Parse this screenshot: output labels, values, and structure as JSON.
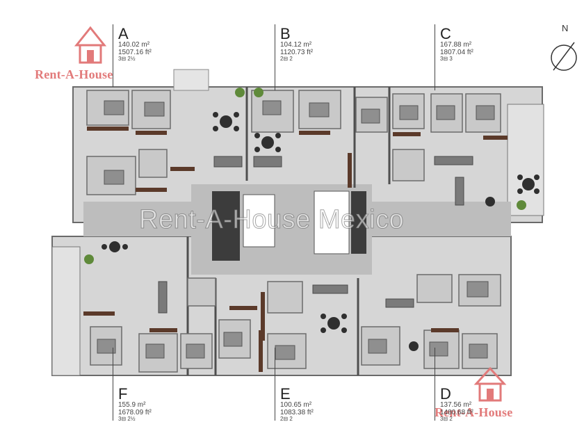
{
  "north": {
    "label": "N",
    "icon": "north-arrow-icon"
  },
  "watermark": "Rent-A-House Mexico",
  "brand": {
    "top_left": "Rent-A-House",
    "bottom_right": "Rent-A-House"
  },
  "colors": {
    "floor": "#d9d9d9",
    "room": "#c8c8c8",
    "wall": "#5a5a5a",
    "corridor": "#bcbcbc",
    "accent_brand": "#e27a7a",
    "wood": "#5b3a2a"
  },
  "units": [
    {
      "letter": "A",
      "area_m2": "140.02 m²",
      "area_ft2": "1507.16 ft²",
      "rooms": "3⊟  2½"
    },
    {
      "letter": "B",
      "area_m2": "104.12 m²",
      "area_ft2": "1120.73 ft²",
      "rooms": "2⊟  2"
    },
    {
      "letter": "C",
      "area_m2": "167.88 m²",
      "area_ft2": "1807.04 ft²",
      "rooms": "3⊟  3"
    },
    {
      "letter": "F",
      "area_m2": "155.9 m²",
      "area_ft2": "1678.09 ft²",
      "rooms": "3⊟  2½"
    },
    {
      "letter": "E",
      "area_m2": "100.65 m²",
      "area_ft2": "1083.38 ft²",
      "rooms": "2⊟  2"
    },
    {
      "letter": "D",
      "area_m2": "137.56 m²",
      "area_ft2": "1480.68 ft²",
      "rooms": "3⊟  2"
    }
  ]
}
